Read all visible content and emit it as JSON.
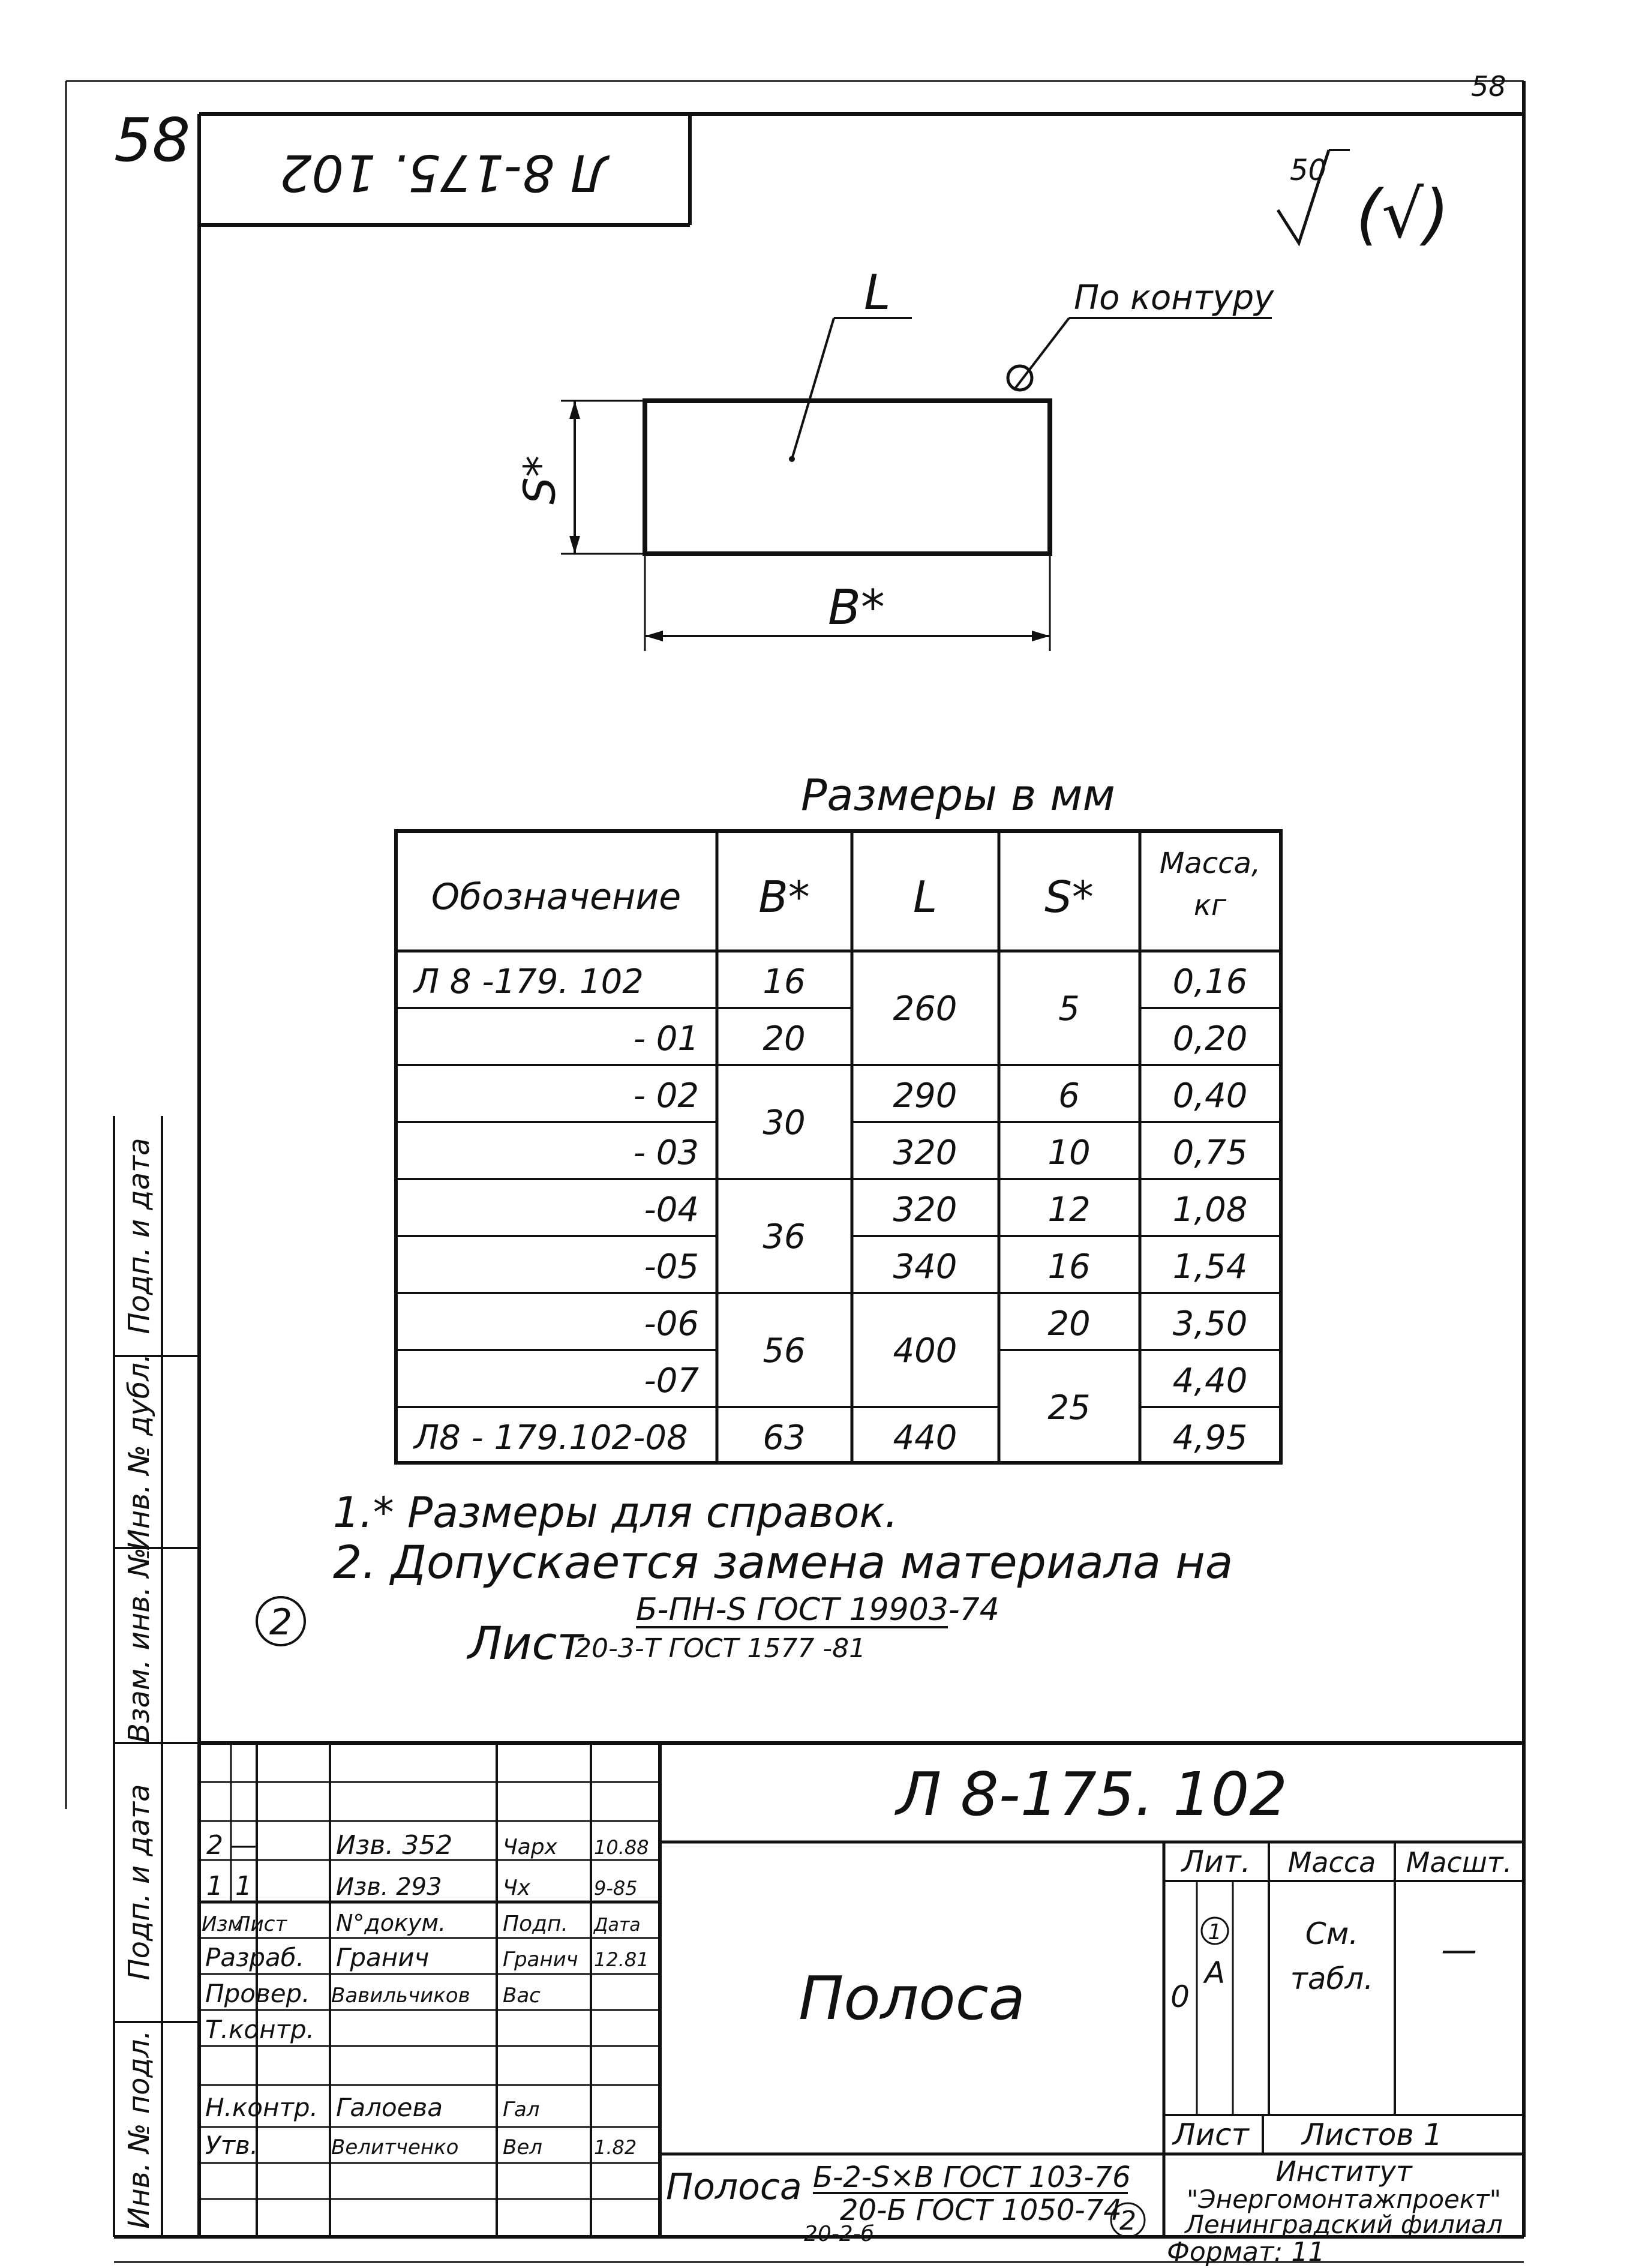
{
  "page": {
    "corner_number_outer": "58",
    "corner_number_inner": "58",
    "doc_code_top": "Л 8-175. 102",
    "roughness": {
      "value": "50",
      "note": "(√)"
    }
  },
  "drawing": {
    "label_L": "L",
    "label_contour": "По контуру",
    "label_S": "S*",
    "label_B": "B*"
  },
  "table": {
    "caption": "Размеры в мм",
    "headers": [
      "Обозначение",
      "B*",
      "L",
      "S*",
      "Масса, кг"
    ],
    "designations": [
      "Л 8 -179. 102",
      "- 01",
      "- 02",
      "- 03",
      "-04",
      "-05",
      "-06",
      "-07",
      "Л8 - 179.102-08"
    ],
    "B": [
      "16",
      "20",
      "30",
      "36",
      "56",
      "63"
    ],
    "L": [
      "260",
      "290",
      "320",
      "320",
      "340",
      "400",
      "440"
    ],
    "S": [
      "5",
      "6",
      "10",
      "12",
      "16",
      "20",
      "25"
    ],
    "mass": [
      "0,16",
      "0,20",
      "0,40",
      "0,75",
      "1,08",
      "1,54",
      "3,50",
      "4,40",
      "4,95"
    ]
  },
  "notes": {
    "note1": "1.* Размеры для справок.",
    "note2": "2. Допускается замена материала на",
    "material_top": "Б-ПН-S ГОСТ 19903-74",
    "material_prefix": "Лист",
    "material_bottom": "20-3-Т ГОСТ 1577 -81",
    "circle_mark": "2"
  },
  "side_stamp": [
    "Подп. и дата",
    "Инв. № дубл.",
    "Взам. инв. №",
    "Подп. и дата",
    "Инв. № подл."
  ],
  "title_block": {
    "doc_code": "Л 8-175. 102",
    "part_name": "Полоса",
    "revisions": [
      {
        "izm": "2",
        "list": "—",
        "doc": "Изв. 352",
        "sign": "Чарх",
        "date": "10.88"
      },
      {
        "izm": "1",
        "list": "1",
        "doc": "Изв. 293",
        "sign": "Чх",
        "date": "9-85"
      }
    ],
    "rev_header": {
      "izm": "Изм",
      "list": "Лист",
      "doc": "N°докум.",
      "sign": "Подп.",
      "date": "Дата"
    },
    "roles": [
      {
        "role": "Разраб.",
        "name": "Гранич",
        "sign": "Гранич",
        "date": "12.81"
      },
      {
        "role": "Провер.",
        "name": "Вавильчиков",
        "sign": "Вас",
        "date": ""
      },
      {
        "role": "Т.контр.",
        "name": "",
        "sign": "",
        "date": ""
      },
      {
        "role": "",
        "name": "",
        "sign": "",
        "date": ""
      },
      {
        "role": "Н.контр.",
        "name": "Галоева",
        "sign": "Гал",
        "date": ""
      },
      {
        "role": "Утв.",
        "name": "Велитченко",
        "sign": "Вел",
        "date": "1.82"
      }
    ],
    "lit_label": "Лит.",
    "mass_label": "Масса",
    "scale_label": "Масшт.",
    "lit_values": [
      "0",
      "А"
    ],
    "lit_circle": "1",
    "mass_value": "См. табл.",
    "scale_value": "—",
    "sheet_label": "Лист",
    "sheets_label": "Листов 1",
    "material_prefix": "Полоса",
    "material_top": "Б-2-S×В ГОСТ 103-76",
    "material_bottom": "20-Б ГОСТ 1050-74",
    "material_sub": "20-2-б",
    "circle_mark": "2",
    "institute_1": "Институт",
    "institute_2": "\"Энергомонтажпроект\"",
    "institute_3": "Ленинградский филиал",
    "format": "Формат: 11"
  }
}
